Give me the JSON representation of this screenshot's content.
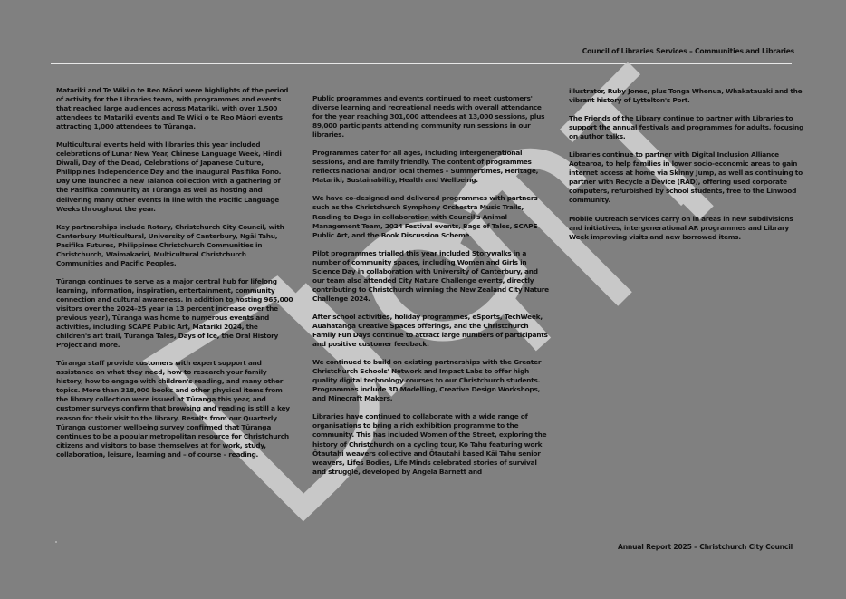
{
  "header": {
    "title": "Council of Libraries Services – Communities and Libraries"
  },
  "columns": [
    {
      "paragraphs": [
        "Matariki and Te Wiki o te Reo Māori were highlights of the period of activity for the Libraries team, with programmes and events that reached large audiences across Matariki, with over 1,500 attendees to Matariki events and Te Wiki o te Reo Māori events attracting 1,000 attendees to Tūranga.",
        "Multicultural events held with libraries this year included celebrations of Lunar New Year, Chinese Language Week, Hindi Diwali, Day of the Dead, Celebrations of Japanese Culture, Philippines Independence Day and the inaugural Pasifika Fono. Day One launched a new Talanoa collection with a gathering of the Pasifika community at Tūranga as well as hosting and delivering many other events in line with the Pacific Language Weeks throughout the year.",
        "Key partnerships include Rotary, Christchurch City Council, with Canterbury Multicultural, University of Canterbury, Ngāi Tahu, Pasifika Futures, Philippines Christchurch Communities in Christchurch, Waimakariri, Multicultural Christchurch Communities and Pacific Peoples.",
        "Tūranga continues to serve as a major central hub for lifelong learning, information, inspiration, entertainment, community connection and cultural awareness. In addition to hosting 965,000 visitors over the 2024–25 year (a 13 percent increase over the previous year), Tūranga was home to numerous events and activities, including SCAPE Public Art, Matariki 2024, the children's art trail, Tūranga Tales, Days of Ice, the Oral History Project and more.",
        "Tūranga staff provide customers with expert support and assistance on what they need, how to research your family history, how to engage with children's reading, and many other topics. More than 318,000 books and other physical items from the library collection were issued at Tūranga this year, and customer surveys confirm that browsing and reading is still a key reason for their visit to the library. Results from our Quarterly Tūranga customer wellbeing survey confirmed that Tūranga continues to be a popular metropolitan resource for Christchurch citizens and visitors to base themselves at for work, study, collaboration, leisure, learning and – of course – reading."
      ]
    },
    {
      "paragraphs": [
        "Public programmes and events continued to meet customers' diverse learning and recreational needs with overall attendance for the year reaching 301,000 attendees at 13,000 sessions, plus 89,000 participants attending community run sessions in our libraries.",
        "Programmes cater for all ages, including intergenerational sessions, and are family friendly. The content of programmes reflects national and/or local themes – Summertimes, Heritage, Matariki, Sustainability, Health and Wellbeing.",
        "We have co-designed and delivered programmes with partners such as the Christchurch Symphony Orchestra Music Trails, Reading to Dogs in collaboration with Council's Animal Management Team, 2024 Festival events, Bags of Tales, SCAPE Public Art, and the Book Discussion Scheme.",
        "Pilot programmes trialled this year included Storywalks in a number of community spaces, including Women and Girls in Science Day in collaboration with University of Canterbury, and our team also attended City Nature Challenge events, directly contributing to Christchurch winning the New Zealand City Nature Challenge 2024.",
        "After school activities, holiday programmes, eSports, TechWeek, Auahatanga Creative Spaces offerings, and the Christchurch Family Fun Days continue to attract large numbers of participants and positive customer feedback.",
        "We continued to build on existing partnerships with the Greater Christchurch Schools' Network and Impact Labs to offer high quality digital technology courses to our Christchurch students. Programmes include 3D Modelling, Creative Design Workshops, and Minecraft Makers.",
        "Libraries have continued to collaborate with a wide range of organisations to bring a rich exhibition programme to the community. This has included Women of the Street, exploring the history of Christchurch on a cycling tour, Ko Tahu featuring work Ōtautahi weavers collective and Ōtautahi based Kāi Tahu senior weavers, Lifes Bodies, Life Minds celebrated stories of survival and struggle, developed by Angela Barnett and"
      ]
    },
    {
      "paragraphs": [
        "illustrator, Ruby Jones, plus Tonga Whenua, Whakatauaki and the vibrant history of Lyttelton's Port.",
        "The Friends of the Library continue to partner with Libraries to support the annual festivals and programmes for adults, focusing on author talks.",
        "Libraries continue to partner with Digital Inclusion Alliance Aotearoa, to help families in lower socio-economic areas to gain internet access at home via Skinny Jump, as well as continuing to partner with Recycle a Device (RAD), offering used corporate computers, refurbished by school students, free to the Linwood community.",
        "Mobile Outreach services carry on in areas in new subdivisions and initiatives, intergenerational AR programmes and Library Week improving visits and new borrowed items."
      ]
    }
  ],
  "footer": {
    "title": "Annual Report 2025 – Christchurch City Council"
  },
  "watermark": {
    "text": "Draft",
    "color": "#c8c8c8"
  }
}
